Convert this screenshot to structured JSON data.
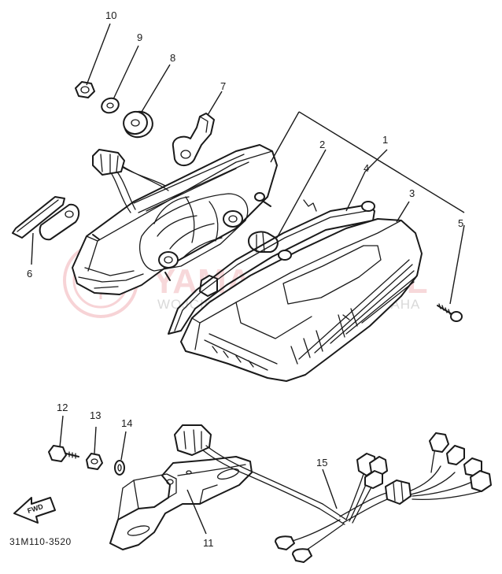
{
  "diagram": {
    "code": "31M110-3520",
    "fwd_label": "FWD",
    "callouts": [
      {
        "id": "1",
        "label": "1"
      },
      {
        "id": "2",
        "label": "2"
      },
      {
        "id": "3",
        "label": "3"
      },
      {
        "id": "4",
        "label": "4"
      },
      {
        "id": "5",
        "label": "5"
      },
      {
        "id": "6",
        "label": "6"
      },
      {
        "id": "7",
        "label": "7"
      },
      {
        "id": "8",
        "label": "8"
      },
      {
        "id": "9",
        "label": "9"
      },
      {
        "id": "10",
        "label": "10"
      },
      {
        "id": "11",
        "label": "11"
      },
      {
        "id": "12",
        "label": "12"
      },
      {
        "id": "13",
        "label": "13"
      },
      {
        "id": "14",
        "label": "14"
      },
      {
        "id": "15",
        "label": "15"
      }
    ]
  },
  "watermark": {
    "brand": "YAMA-SKLEP.PL",
    "tagline": "WOJCIECHOWICZ - DEALER YAMAHA",
    "color": "#e35a64"
  }
}
